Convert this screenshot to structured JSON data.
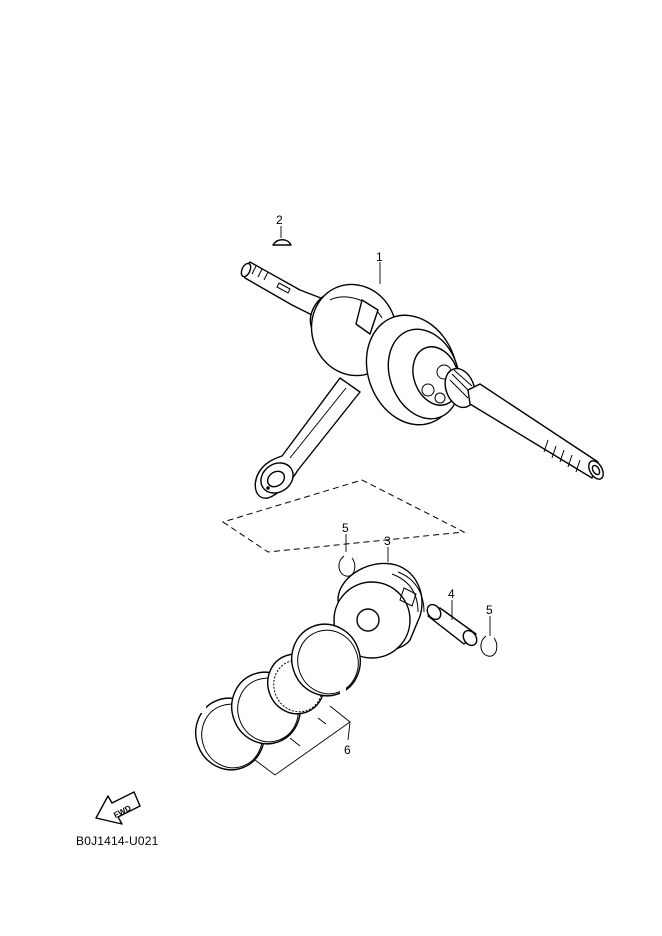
{
  "diagram": {
    "callouts": [
      {
        "id": "1",
        "label": "1"
      },
      {
        "id": "2",
        "label": "2"
      },
      {
        "id": "3",
        "label": "3"
      },
      {
        "id": "4",
        "label": "4"
      },
      {
        "id": "5a",
        "label": "5"
      },
      {
        "id": "5b",
        "label": "5"
      },
      {
        "id": "6",
        "label": "6"
      }
    ],
    "fwd_label": "FWD",
    "diagram_code": "B0J1414-U021"
  }
}
